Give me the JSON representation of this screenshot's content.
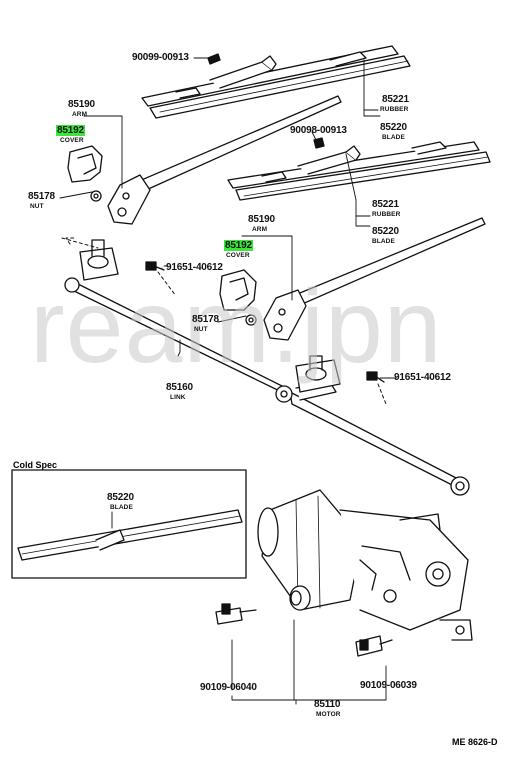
{
  "watermark": "ream.jpn",
  "diagram_code": "ME 8626-D",
  "cold_spec": {
    "title": "Cold Spec",
    "blade_number": "85220",
    "blade_name": "BLADE"
  },
  "parts": {
    "bolt_top_1": "90099-00913",
    "bolt_top_2": "90098-00913",
    "arm_1_number": "85190",
    "arm_1_name": "ARM",
    "arm_2_number": "85190",
    "arm_2_name": "ARM",
    "cover_1_number": "85192",
    "cover_1_name": "COVER",
    "cover_2_number": "85192",
    "cover_2_name": "COVER",
    "nut_1_number": "85178",
    "nut_1_name": "NUT",
    "nut_2_number": "85178",
    "nut_2_name": "NUT",
    "rubber_1_number": "85221",
    "rubber_1_name": "RUBBER",
    "rubber_2_number": "85221",
    "rubber_2_name": "RUBBER",
    "blade_1_number": "85220",
    "blade_1_name": "BLADE",
    "blade_2_number": "85220",
    "blade_2_name": "BLADE",
    "screw_1": "91651-40612",
    "screw_2": "91651-40612",
    "link_number": "85160",
    "link_name": "LINK",
    "motor_bolt_1": "90109-06040",
    "motor_bolt_2": "90109-06039",
    "motor_number": "85110",
    "motor_name": "MOTOR"
  },
  "colors": {
    "highlight": "#39e639",
    "line": "#111111"
  }
}
